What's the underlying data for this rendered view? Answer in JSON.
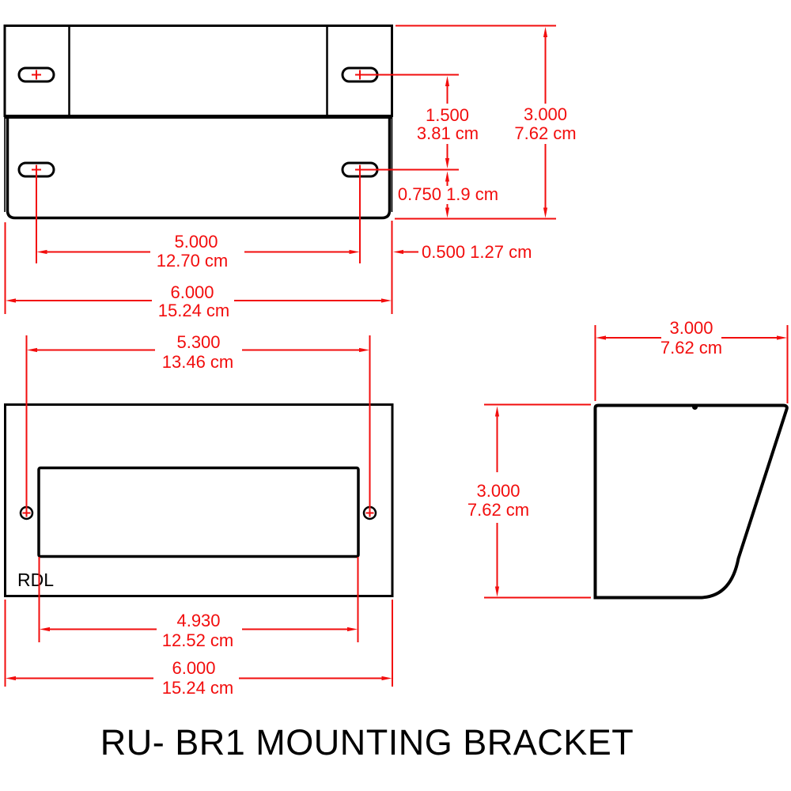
{
  "title": "RU- BR1 MOUNTING BRACKET",
  "drawing": {
    "brand_label": "RDL",
    "colors": {
      "outline": "#000000",
      "dimension": "#f20d0d",
      "background": "#ffffff"
    },
    "views": {
      "top": {
        "name": "top-view",
        "dims": {
          "row_spacing_in": "1.500",
          "row_spacing_cm": "3.81 cm",
          "depth_in": "3.000",
          "depth_cm": "7.62 cm",
          "slot_to_edge": "0.750 1.9 cm",
          "slot_spacing_in": "5.000",
          "slot_spacing_cm": "12.70 cm",
          "edge_offset": "0.500 1.27 cm",
          "width_in": "6.000",
          "width_cm": "15.24 cm"
        }
      },
      "front": {
        "name": "front-view",
        "dims": {
          "hole_spacing_in": "5.300",
          "hole_spacing_cm": "13.46 cm",
          "recess_width_in": "4.930",
          "recess_width_cm": "12.52 cm",
          "width_in": "6.000",
          "width_cm": "15.24 cm"
        }
      },
      "side": {
        "name": "side-view",
        "dims": {
          "depth_in": "3.000",
          "depth_cm": "7.62 cm",
          "height_in": "3.000",
          "height_cm": "7.62 cm"
        }
      }
    }
  }
}
